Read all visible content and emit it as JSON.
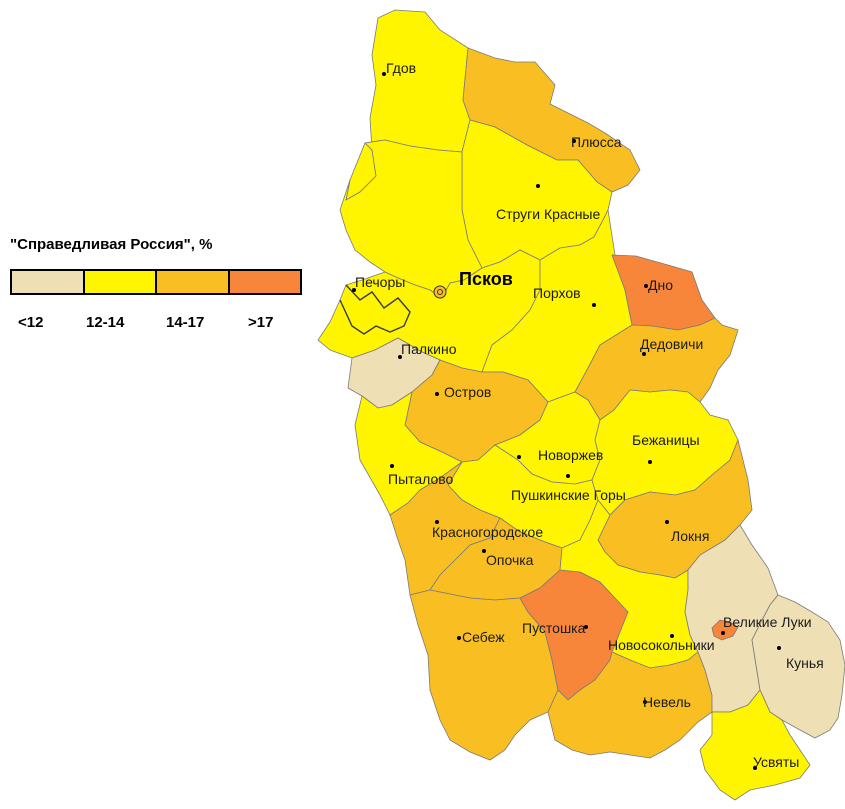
{
  "legend": {
    "title": "\"Справедливая Россия\", %",
    "classes": [
      {
        "label": "<12",
        "color": "#EFDFB4"
      },
      {
        "label": "12-14",
        "color": "#FFF500"
      },
      {
        "label": "14-17",
        "color": "#F9BF22"
      },
      {
        "label": ">17",
        "color": "#F7853A"
      }
    ]
  },
  "map": {
    "background_color": "#FFFFFF",
    "capital": "Псков",
    "places": [
      {
        "id": "gdov",
        "name": "Гдов"
      },
      {
        "id": "plyussa",
        "name": "Плюсса"
      },
      {
        "id": "strugi",
        "name": "Струги Красные"
      },
      {
        "id": "pechory",
        "name": "Печоры"
      },
      {
        "id": "porkhov",
        "name": "Порхов"
      },
      {
        "id": "dno",
        "name": "Дно"
      },
      {
        "id": "palkino",
        "name": "Палкино"
      },
      {
        "id": "dedovichi",
        "name": "Дедовичи"
      },
      {
        "id": "ostrov",
        "name": "Остров"
      },
      {
        "id": "bezhanitsy",
        "name": "Бежаницы"
      },
      {
        "id": "novorzhev",
        "name": "Новоржев"
      },
      {
        "id": "pytalovo",
        "name": "Пыталово"
      },
      {
        "id": "pushgory",
        "name": "Пушкинские Горы"
      },
      {
        "id": "krasnogorodskoe",
        "name": "Красногородское"
      },
      {
        "id": "loknya",
        "name": "Локня"
      },
      {
        "id": "opochka",
        "name": "Опочка"
      },
      {
        "id": "velikie-luki",
        "name": "Великие Луки"
      },
      {
        "id": "pustoshka",
        "name": "Пустошка"
      },
      {
        "id": "sebezh",
        "name": "Себеж"
      },
      {
        "id": "novosokolniki",
        "name": "Новосокольники"
      },
      {
        "id": "kunya",
        "name": "Кунья"
      },
      {
        "id": "nevel",
        "name": "Невель"
      },
      {
        "id": "usvyaty",
        "name": "Усвяты"
      }
    ],
    "districts": [
      {
        "id": "gdov",
        "class": 1
      },
      {
        "id": "plyussa",
        "class": 2
      },
      {
        "id": "strugi",
        "class": 1
      },
      {
        "id": "pechory",
        "class": 1
      },
      {
        "id": "pskov",
        "class": 1
      },
      {
        "id": "palkino",
        "class": 0
      },
      {
        "id": "porkhov",
        "class": 1
      },
      {
        "id": "dno",
        "class": 3
      },
      {
        "id": "dedovichi",
        "class": 2
      },
      {
        "id": "ostrov",
        "class": 2
      },
      {
        "id": "pytalovo",
        "class": 1
      },
      {
        "id": "novorzhev",
        "class": 1
      },
      {
        "id": "pushgory",
        "class": 1
      },
      {
        "id": "bezhanitsy",
        "class": 1
      },
      {
        "id": "krasnogorodskoe",
        "class": 2
      },
      {
        "id": "opochka",
        "class": 2
      },
      {
        "id": "loknya",
        "class": 2
      },
      {
        "id": "sebezh",
        "class": 2
      },
      {
        "id": "pustoshka",
        "class": 3
      },
      {
        "id": "novosokolniki",
        "class": 1
      },
      {
        "id": "nevel",
        "class": 2
      },
      {
        "id": "velikie-luki",
        "class": 0
      },
      {
        "id": "velikie-luki-city",
        "class": 3
      },
      {
        "id": "kunya",
        "class": 0
      },
      {
        "id": "usvyaty",
        "class": 1
      }
    ]
  }
}
